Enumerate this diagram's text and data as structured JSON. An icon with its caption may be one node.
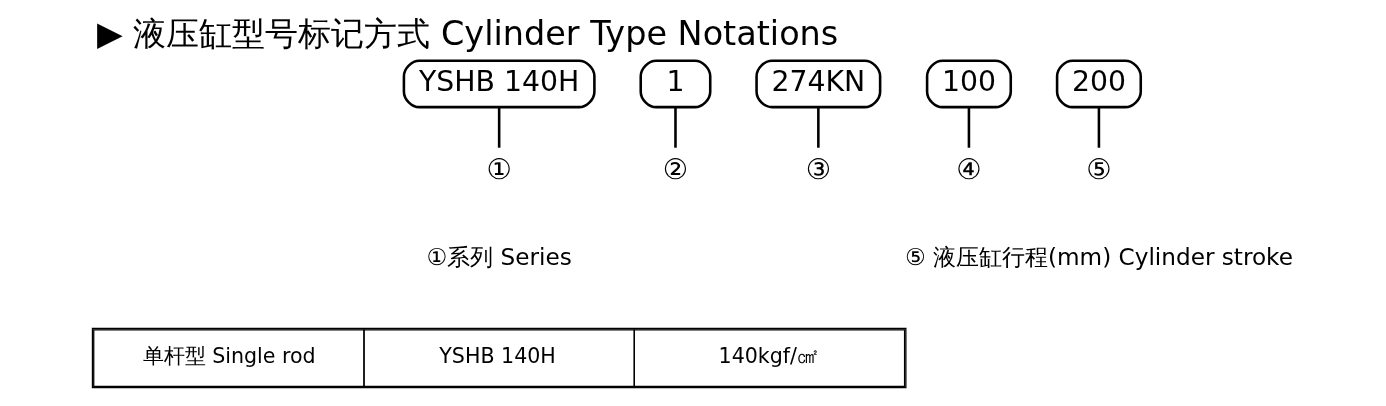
{
  "diagram": {
    "title": "▶ 液压缸型号标记方式 Cylinder Type Notations",
    "nodes": [
      {
        "text": [
          "YSHB 140H"
        ]
      },
      {
        "text": [
          "1"
        ]
      },
      {
        "text": [
          "274KN"
        ]
      },
      {
        "text": [
          "100"
        ]
      },
      {
        "text": [
          "200"
        ]
      },
      {
        "text": [
          "①"
        ]
      },
      {
        "text": [
          "②"
        ]
      },
      {
        "text": [
          "③"
        ]
      },
      {
        "text": [
          "④"
        ]
      },
      {
        "text": [
          "⑤"
        ]
      }
    ],
    "edges": [
      {
        "from": 0,
        "to": 5,
        "arrow": "none"
      },
      {
        "from": 1,
        "to": 6,
        "arrow": "none"
      },
      {
        "from": 2,
        "to": 7,
        "arrow": "none"
      },
      {
        "from": 3,
        "to": 8,
        "arrow": "none"
      },
      {
        "from": 4,
        "to": 9,
        "arrow": "none"
      }
    ],
    "labels": [
      "①系列 Series",
      "单杆型 Single rod",
      "YSHB 140H",
      "140kgf/㎠",
      "⑤ 液压缸行程(mm) Cylinder stroke"
    ]
  }
}
